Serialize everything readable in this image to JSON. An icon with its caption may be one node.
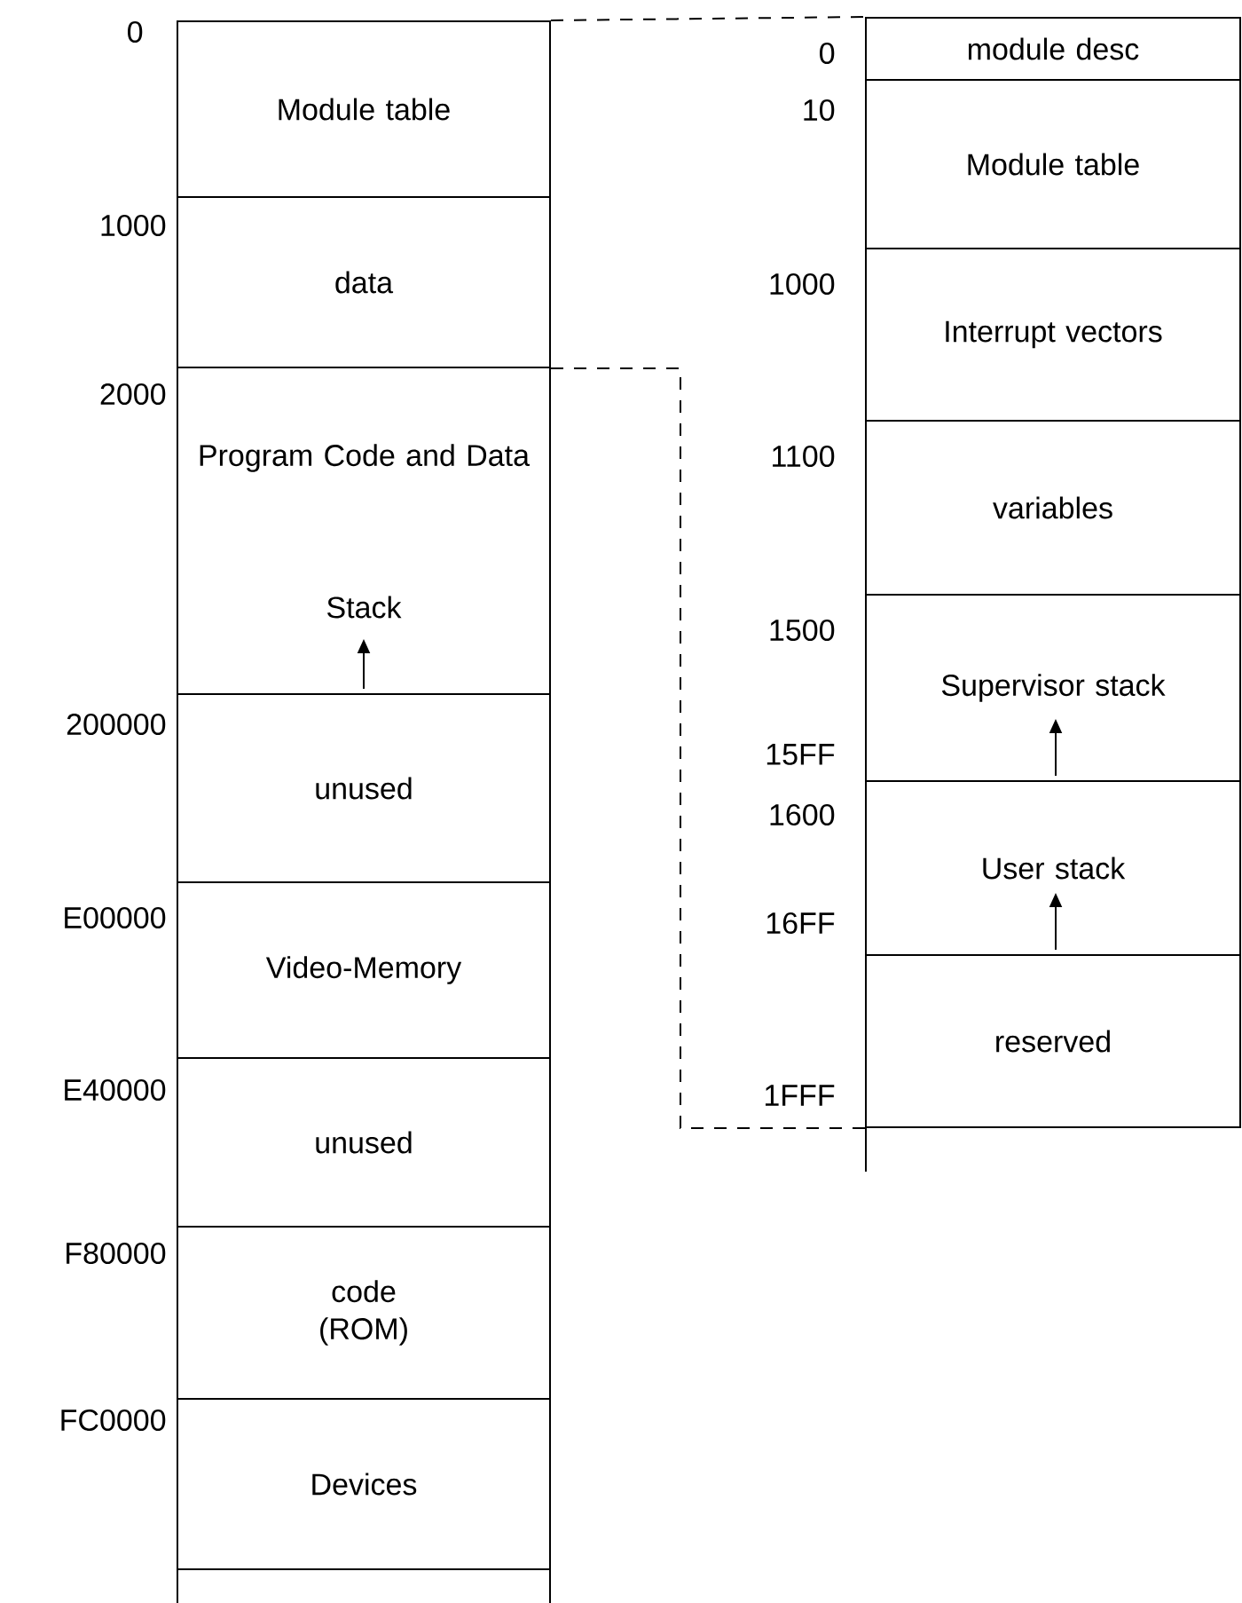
{
  "diagram": {
    "nodes": [
      {
        "text": [
          "Module table"
        ]
      },
      {
        "text": [
          "data"
        ]
      },
      {
        "text": [
          "Program Code and Data",
          "Stack"
        ]
      },
      {
        "text": [
          "unused"
        ]
      },
      {
        "text": [
          "Video-Memory"
        ]
      },
      {
        "text": [
          "unused"
        ]
      },
      {
        "text": [
          "code (ROM)"
        ]
      },
      {
        "text": [
          "Devices"
        ]
      },
      {
        "text": [
          "module desc"
        ]
      },
      {
        "text": [
          "Module table"
        ]
      },
      {
        "text": [
          "Interrupt vectors"
        ]
      },
      {
        "text": [
          "variables"
        ]
      },
      {
        "text": [
          "Supervisor stack"
        ]
      },
      {
        "text": [
          "User stack"
        ]
      },
      {
        "text": [
          "reserved"
        ]
      }
    ],
    "edges": [
      {
        "from": 0,
        "to": 8,
        "arrow": "none",
        "style": "dashed"
      },
      {
        "from": 1,
        "to": 14,
        "arrow": "none",
        "style": "dashed"
      }
    ],
    "labels": [
      "0",
      "1000",
      "2000",
      "200000",
      "E00000",
      "E40000",
      "F80000",
      "FC0000",
      "0",
      "10",
      "1000",
      "1100",
      "1500",
      "15FF",
      "1600",
      "16FF",
      "1FFF"
    ]
  }
}
